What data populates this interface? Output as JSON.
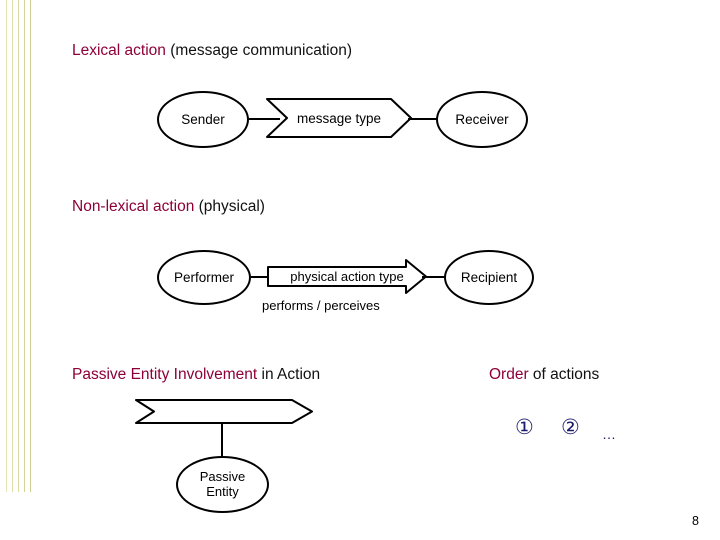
{
  "slide": {
    "page_number": "8",
    "sections": [
      {
        "heading_highlight": "Lexical action",
        "heading_rest": " (message communication)"
      },
      {
        "heading_highlight": "Non-lexical action",
        "heading_rest": " (physical)"
      },
      {
        "heading_highlight": "Passive Entity Involvement",
        "heading_rest": " in Action"
      },
      {
        "heading_highlight": "Order",
        "heading_rest": " of actions"
      }
    ],
    "nodes": {
      "sender": "Sender",
      "receiver": "Receiver",
      "performer": "Performer",
      "recipient": "Recipient",
      "passive_entity_line1": "Passive",
      "passive_entity_line2": "Entity"
    },
    "shapes": {
      "message_type": "message type",
      "physical_action_type": "physical action type",
      "passive_arrow_label": ""
    },
    "captions": {
      "performs_perceives": "performs / perceives"
    },
    "order": {
      "first": "①",
      "second": "②",
      "ellipsis": "…"
    }
  }
}
